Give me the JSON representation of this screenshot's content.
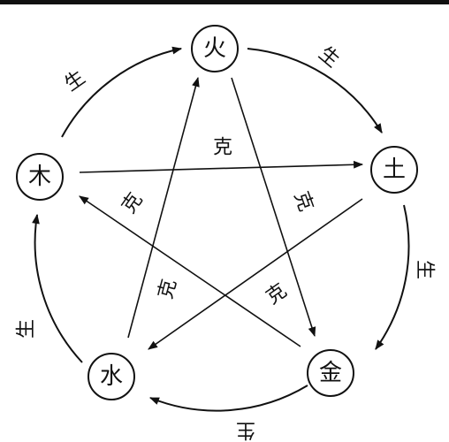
{
  "elements": [
    {
      "id": "fire",
      "label": "火"
    },
    {
      "id": "earth",
      "label": "土"
    },
    {
      "id": "metal",
      "label": "金"
    },
    {
      "id": "water",
      "label": "水"
    },
    {
      "id": "wood",
      "label": "木"
    }
  ],
  "generating_cycle": {
    "label": "生",
    "edges": [
      {
        "from": "wood",
        "to": "fire"
      },
      {
        "from": "fire",
        "to": "earth"
      },
      {
        "from": "earth",
        "to": "metal"
      },
      {
        "from": "metal",
        "to": "water"
      },
      {
        "from": "water",
        "to": "wood"
      }
    ]
  },
  "controlling_cycle": {
    "label": "克",
    "edges": [
      {
        "from": "wood",
        "to": "earth"
      },
      {
        "from": "fire",
        "to": "metal"
      },
      {
        "from": "earth",
        "to": "water"
      },
      {
        "from": "metal",
        "to": "wood"
      },
      {
        "from": "water",
        "to": "fire"
      }
    ]
  },
  "colors": {
    "ink": "#111111",
    "background": "#ffffff"
  }
}
